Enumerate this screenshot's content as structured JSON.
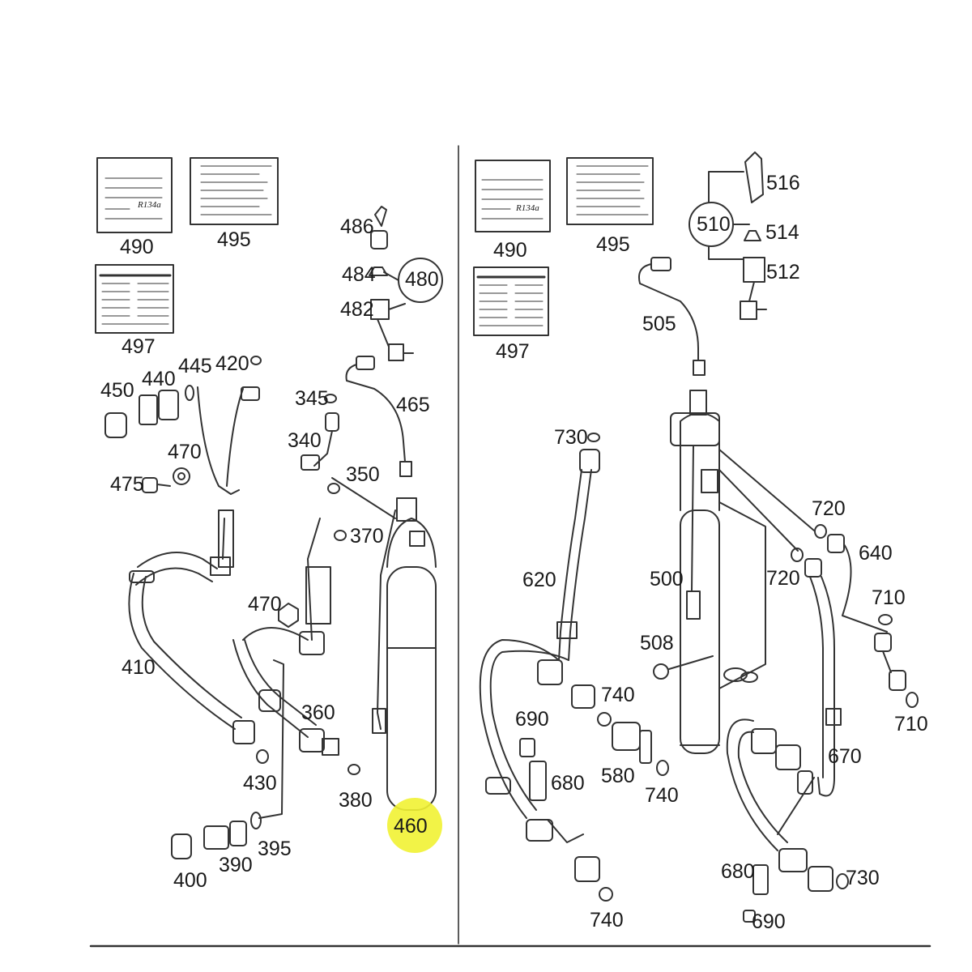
{
  "diagram": {
    "left_panel": {
      "labels": {
        "p490": "490",
        "p495": "495",
        "p497": "497",
        "p486": "486",
        "p484": "484",
        "p480": "480",
        "p482": "482",
        "p450": "450",
        "p440": "440",
        "p445": "445",
        "p420": "420",
        "p345": "345",
        "p465": "465",
        "p340": "340",
        "p350": "350",
        "p470a": "470",
        "p475": "475",
        "p370": "370",
        "p470b": "470",
        "p410": "410",
        "p360": "360",
        "p430": "430",
        "p380": "380",
        "p460": "460",
        "p395": "395",
        "p390": "390",
        "p400": "400"
      },
      "placard_refrigerant": "R134a"
    },
    "right_panel": {
      "labels": {
        "p490": "490",
        "p495": "495",
        "p497": "497",
        "p516": "516",
        "p510": "510",
        "p514": "514",
        "p512": "512",
        "p505": "505",
        "p730a": "730",
        "p720a": "720",
        "p720b": "720",
        "p640": "640",
        "p620": "620",
        "p500": "500",
        "p710a": "710",
        "p508": "508",
        "p740a": "740",
        "p690a": "690",
        "p710b": "710",
        "p580": "580",
        "p680a": "680",
        "p740b": "740",
        "p670": "670",
        "p680b": "680",
        "p730b": "730",
        "p740c": "740",
        "p690b": "690"
      },
      "placard_refrigerant": "R134a"
    },
    "highlighted_part": "460",
    "colors": {
      "line": "#333333",
      "highlight": "#f1f233",
      "label": "#1a1a1a"
    }
  }
}
